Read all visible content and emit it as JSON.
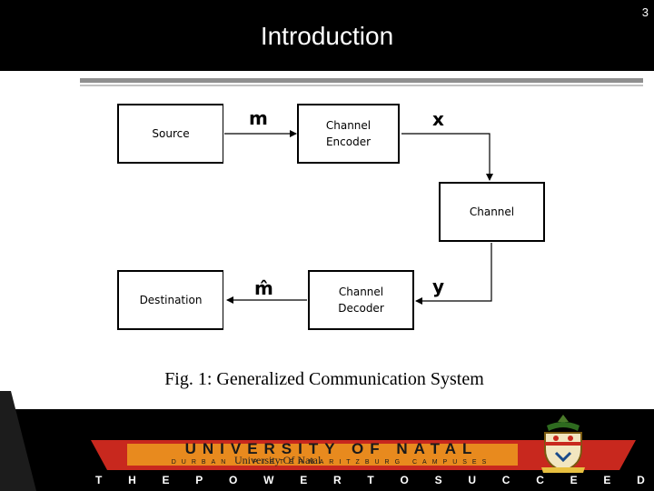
{
  "page": {
    "number": "3"
  },
  "header": {
    "title": "Introduction"
  },
  "diagram": {
    "blocks": {
      "source": "Source",
      "channel_encoder": "Channel\nEncoder",
      "channel": "Channel",
      "channel_decoder": "Channel\nDecoder",
      "destination": "Destination"
    },
    "symbols": {
      "m": "m",
      "x": "x",
      "m_hat": "m̂",
      "y": "y"
    },
    "caption": "Fig. 1:  Generalized Communication System"
  },
  "footer": {
    "logo_text": "UNIVERSITY OF NATAL",
    "campuses_text": "DURBAN · PIETERMARITZBURG CAMPUSES",
    "university_label": "University Of Natal",
    "motto_letters": [
      "T",
      "H",
      "E",
      "P",
      "O",
      "W",
      "E",
      "R",
      "T",
      "O",
      "S",
      "U",
      "C",
      "C",
      "E",
      "E",
      "D"
    ],
    "colors": {
      "red": "#c8281e",
      "orange": "#e88a1e",
      "black": "#000000"
    }
  }
}
